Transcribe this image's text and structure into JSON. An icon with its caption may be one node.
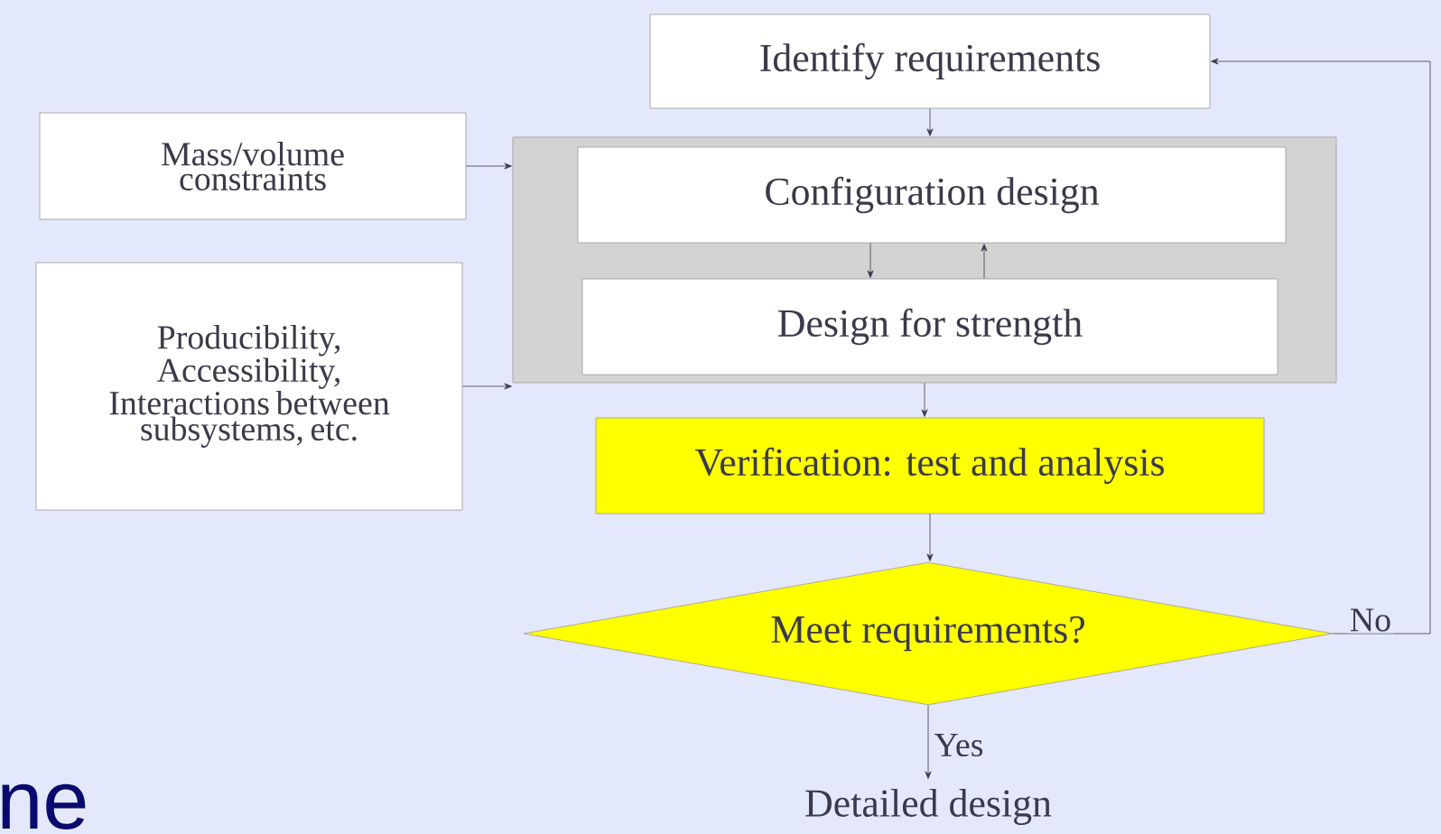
{
  "diagram": {
    "nodes": [
      {
        "text": [
          "Identify requirements"
        ]
      },
      {
        "text": [
          "Mass/volume constraints"
        ]
      },
      {
        "text": [],
        "shape": "box"
      },
      {
        "text": [
          "Configuration design"
        ],
        "in": 2
      },
      {
        "text": [
          "Design for strength"
        ],
        "in": 2
      },
      {
        "text": [
          "Producibility, Accessibility, Interactions between subsystems, etc."
        ]
      },
      {
        "text": [
          "Verification: test and analysis"
        ]
      },
      {
        "text": [
          "Meet requirements?"
        ]
      },
      {
        "text": [
          "Detailed design"
        ]
      }
    ],
    "edges": [
      {
        "from": 0,
        "to": 2,
        "arrow": "to"
      },
      {
        "from": 1,
        "to": 2,
        "arrow": "to"
      },
      {
        "from": 5,
        "to": 2,
        "arrow": "to"
      },
      {
        "from": 3,
        "to": 4,
        "arrow": "to"
      },
      {
        "from": 4,
        "to": 3,
        "arrow": "to"
      },
      {
        "from": 2,
        "to": 6,
        "arrow": "to"
      },
      {
        "from": 6,
        "to": 7,
        "arrow": "to"
      },
      {
        "from": 7,
        "to": 8,
        "label": "Yes",
        "arrow": "to"
      },
      {
        "from": 7,
        "to": 0,
        "label": "No",
        "arrow": "to"
      }
    ],
    "labels": [
      "ne"
    ]
  }
}
